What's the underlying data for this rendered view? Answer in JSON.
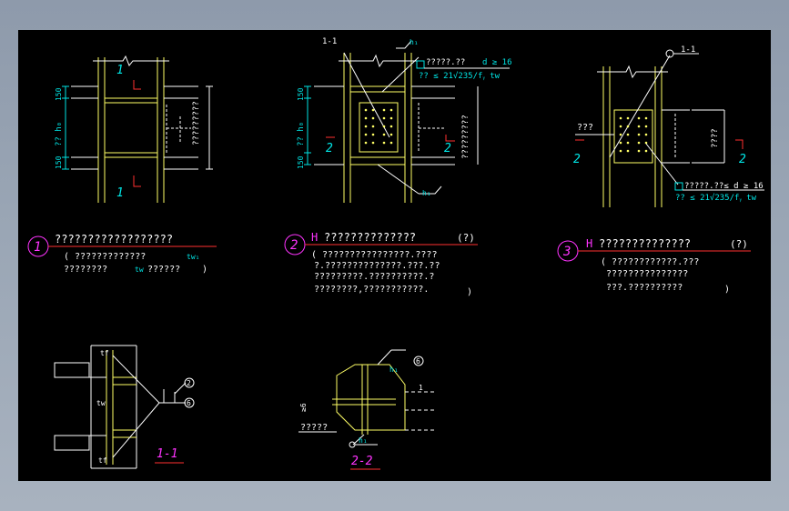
{
  "colors": {
    "background": "#000000",
    "frame": "#9aa6b5",
    "line": "#ffffff",
    "member": "#ffff66",
    "dimension": "#00e5e5",
    "section_mark": "#ff3030",
    "number_circle": "#ff33ff"
  },
  "detail1": {
    "section_top": "1",
    "section_bottom": "1",
    "dim_top": "150",
    "dim_mid": "?? h₀",
    "dim_bottom": "150",
    "note": "?????????",
    "number": "1",
    "title": "??????????????????",
    "line1": "( ?????????????",
    "line1_b": "tw₁",
    "line2": "????????",
    "line2_b": "tw",
    "line2_c": "??????",
    "line2_d": ")"
  },
  "detail2": {
    "axis_label": "1-1",
    "leader_top": "h₁",
    "leader_bottom": "h₁",
    "spec1": "?????.??",
    "spec1_b": "d ≥ 16",
    "spec2": "?? ≤ 21√235/fᵧ  tw",
    "section_left": "2",
    "section_right": "2",
    "dim_top": "150",
    "dim_mid": "?? h₀",
    "dim_bottom": "150",
    "note": "?????????",
    "number": "2",
    "title_h": "H",
    "title": "??????????????",
    "title_suffix": "(?)",
    "line1": "( ????????????????.????",
    "line2": "?.??????????????.???.??",
    "line3": "?????????.??????????.?",
    "line4": "????????,???????????.",
    "line4_b": ")"
  },
  "detail3": {
    "axis_label": "1-1",
    "left_label": "???",
    "spec1": "?????.??≤ d ≥ 16",
    "spec2": "?? ≤ 21√235/fᵧ  tw",
    "section_left": "2",
    "section_right": "2",
    "note": "????",
    "number": "3",
    "title_h": "H",
    "title": "??????????????",
    "title_suffix": "(?)",
    "line1": "( ????????????.???",
    "line2": "???????????????",
    "line3": "???.??????????",
    "line3_b": ")"
  },
  "section11": {
    "label_tf_top": "tf",
    "label_tw": "tw",
    "label_tf_bottom": "tf",
    "callout_a": "2",
    "callout_b": "6",
    "title": "1-1"
  },
  "section22": {
    "label_h_top": "h₁",
    "callout": "6",
    "weld_label": "≥6",
    "note": "?????",
    "label_h_bottom": "h₁",
    "tick": "1",
    "title": "2-2"
  }
}
